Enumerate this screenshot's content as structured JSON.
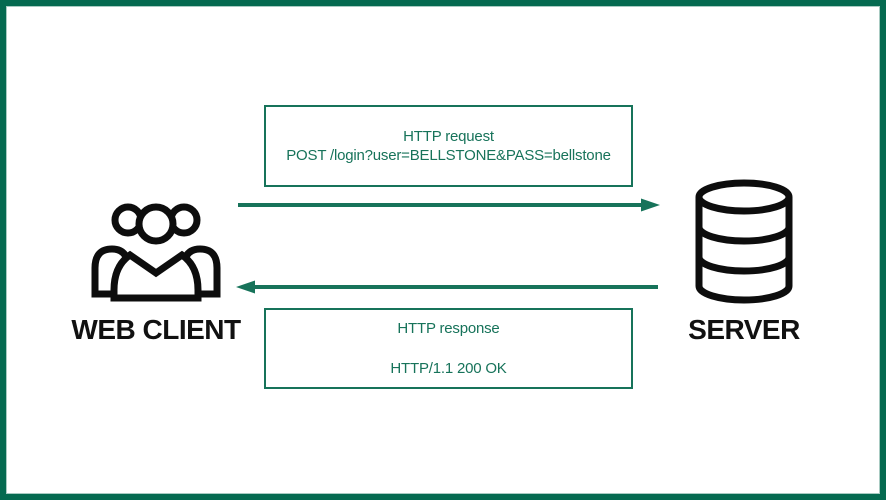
{
  "diagram": {
    "request_box": {
      "title": "HTTP request",
      "detail": "POST /login?user=BELLSTONE&PASS=bellstone"
    },
    "response_box": {
      "title": "HTTP response",
      "detail": "HTTP/1.1 200 OK"
    },
    "client_label": "WEB CLIENT",
    "server_label": "SERVER",
    "colors": {
      "frame": "#056a50",
      "accent": "#17735a",
      "icon": "#0d0d0d"
    }
  }
}
